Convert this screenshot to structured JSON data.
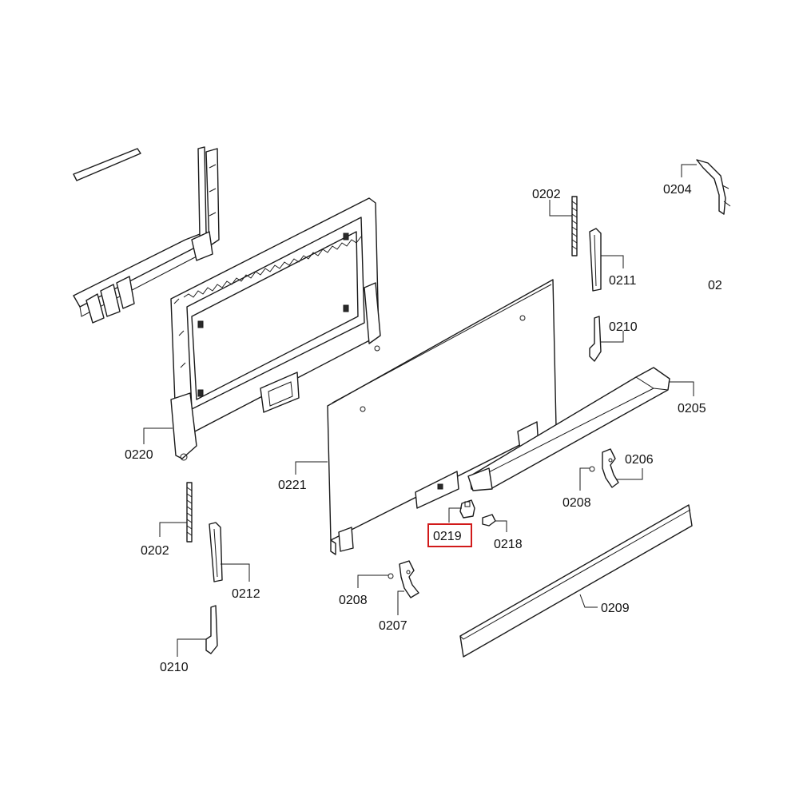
{
  "highlight_color": "#d11a1a",
  "highlighted_part": "0219",
  "callouts": [
    {
      "key": "c0202a",
      "label": "0202"
    },
    {
      "key": "c0204",
      "label": "0204"
    },
    {
      "key": "c02cut",
      "label": "02"
    },
    {
      "key": "c0211",
      "label": "0211"
    },
    {
      "key": "c0210a",
      "label": "0210"
    },
    {
      "key": "c0205",
      "label": "0205"
    },
    {
      "key": "c0206",
      "label": "0206"
    },
    {
      "key": "c0208a",
      "label": "0208"
    },
    {
      "key": "c0220",
      "label": "0220"
    },
    {
      "key": "c0221",
      "label": "0221"
    },
    {
      "key": "c0219",
      "label": "0219"
    },
    {
      "key": "c0218",
      "label": "0218"
    },
    {
      "key": "c0202b",
      "label": "0202"
    },
    {
      "key": "c0212",
      "label": "0212"
    },
    {
      "key": "c0208b",
      "label": "0208"
    },
    {
      "key": "c0207",
      "label": "0207"
    },
    {
      "key": "c0209",
      "label": "0209"
    },
    {
      "key": "c0210b",
      "label": "0210"
    }
  ]
}
